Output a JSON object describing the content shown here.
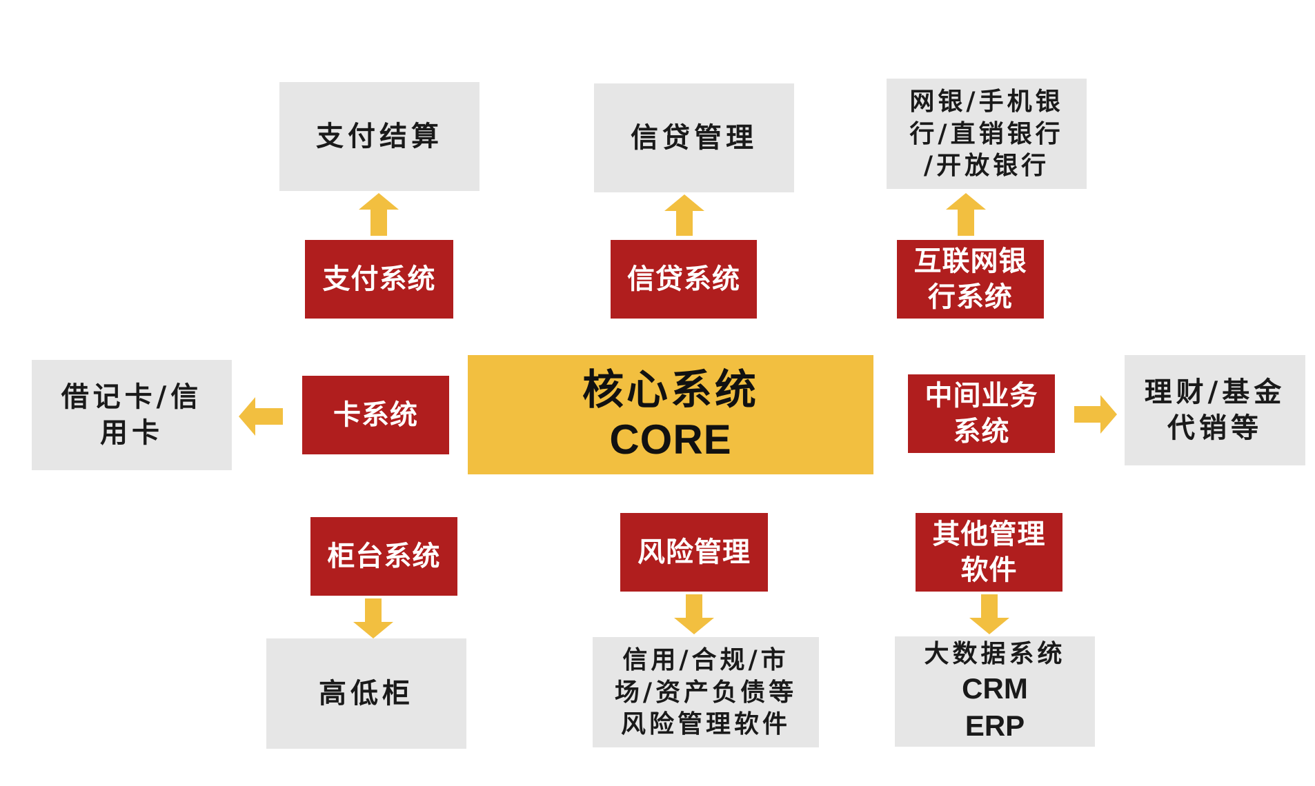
{
  "colors": {
    "core": "#f2bf40",
    "subsystem": "#b01e1e",
    "function": "#e6e6e6",
    "arrow": "#f2bf40"
  },
  "core": {
    "label_cn": "核心系统",
    "label_en": "CORE"
  },
  "subsystems": {
    "payment": {
      "label": "支付系统",
      "target": "支付结算"
    },
    "credit": {
      "label": "信贷系统",
      "target": "信贷管理"
    },
    "internet": {
      "line1": "互联网银",
      "line2": "行系统",
      "target_line1": "网银/手机银",
      "target_line2": "行/直销银行",
      "target_line3": "/开放银行"
    },
    "card": {
      "label": "卡系统",
      "target_line1": "借记卡/信",
      "target_line2": "用卡"
    },
    "intermediary": {
      "line1": "中间业务",
      "line2": "系统",
      "target_line1": "理财/基金",
      "target_line2": "代销等"
    },
    "counter": {
      "label": "柜台系统",
      "target": "高低柜"
    },
    "risk": {
      "label": "风险管理",
      "target_line1": "信用/合规/市",
      "target_line2": "场/资产负债等",
      "target_line3": "风险管理软件"
    },
    "other": {
      "line1": "其他管理",
      "line2": "软件",
      "target_line1": "大数据系统",
      "target_line2": "CRM",
      "target_line3": "ERP"
    }
  }
}
